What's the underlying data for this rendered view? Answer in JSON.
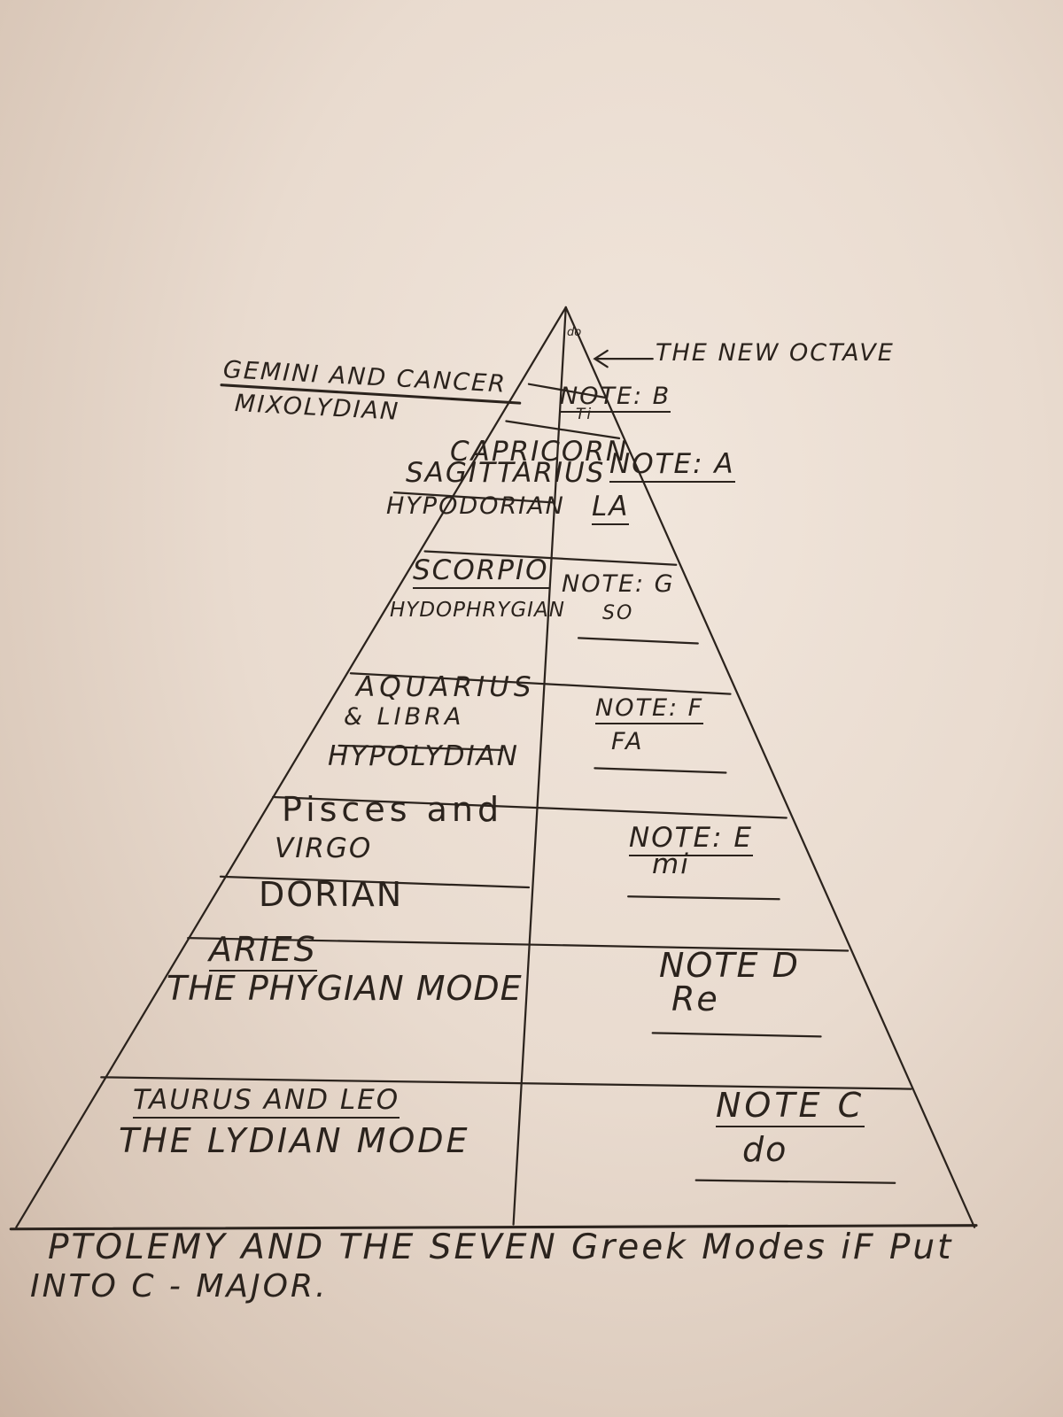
{
  "title": "PTOLEMY AND THE SEVEN GREEK MODES IF PUT INTO C-MAJOR.",
  "caption_line1": "PTOLEMY  AND THE SEVEN Greek Modes iF Put",
  "caption_line2": "INTO  C - MAJOR.",
  "apex": {
    "syllable": "do",
    "annotation": "THE NEW OCTAVE"
  },
  "tiers": [
    {
      "signs": "GEMINI AND CANCER",
      "mode": "MIXOLYDIAN",
      "note": "NOTE: B",
      "syllable": "Ti"
    },
    {
      "signs_line1": "CAPRICORN",
      "signs_line2": "SAGITTARIUS",
      "mode": "HYPODORIAN",
      "note": "NOTE: A",
      "syllable": "LA"
    },
    {
      "signs": "SCORPIO",
      "mode": "HYDOPHRYGIAN",
      "note": "NOTE: G",
      "syllable": "SO"
    },
    {
      "signs_line1": "AQUARIUS",
      "signs_line2": "& LIBRA",
      "mode": "HYPOLYDIAN",
      "note": "NOTE: F",
      "syllable": "FA"
    },
    {
      "signs_line1": "Pisces and",
      "signs_line2": "VIRGO",
      "mode": "DORIAN",
      "note": "NOTE: E",
      "syllable": "mi"
    },
    {
      "signs": "ARIES",
      "mode": "THE PHYGIAN MODE",
      "note": "NOTE D",
      "syllable": "Re"
    },
    {
      "signs": "TAURUS AND LEO",
      "mode": "THE LYDIAN MODE",
      "note": "NOTE C",
      "syllable": "do"
    }
  ]
}
